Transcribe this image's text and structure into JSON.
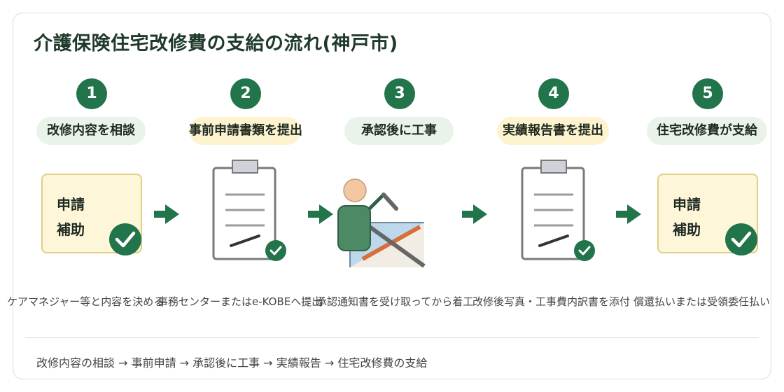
{
  "title": "介護保険住宅改修費の支給の流れ(神戸市)",
  "steps": [
    {
      "number": "1",
      "label": "改修内容を相談",
      "description": "ケアマネジャー等と内容を決める",
      "icon": "application-subsidy-card"
    },
    {
      "number": "2",
      "label": "事前申請書類を提出",
      "description": "事務センターまたはe-KOBEへ提出",
      "icon": "clipboard-check-icon"
    },
    {
      "number": "3",
      "label": "承認後に工事",
      "description": "承認通知書を受け取ってから着工",
      "icon": "worker-construction-icon"
    },
    {
      "number": "4",
      "label": "実績報告書を提出",
      "description": "改修後写真・工事費内訳書を添付",
      "icon": "clipboard-check-icon"
    },
    {
      "number": "5",
      "label": "住宅改修費が支給",
      "description": "償還払いまたは受領委任払い",
      "icon": "application-subsidy-card"
    }
  ],
  "card_text": {
    "line1": "申請",
    "line2": "補助"
  },
  "footer": "改修内容の相談 → 事前申請 → 承認後に工事 → 実績報告 → 住宅改修費の支給",
  "colors": {
    "accent": "#22744a",
    "label_green": "#e9f3e9",
    "label_yellow": "#fdf3cf",
    "card_bg": "#fdf6d9"
  }
}
